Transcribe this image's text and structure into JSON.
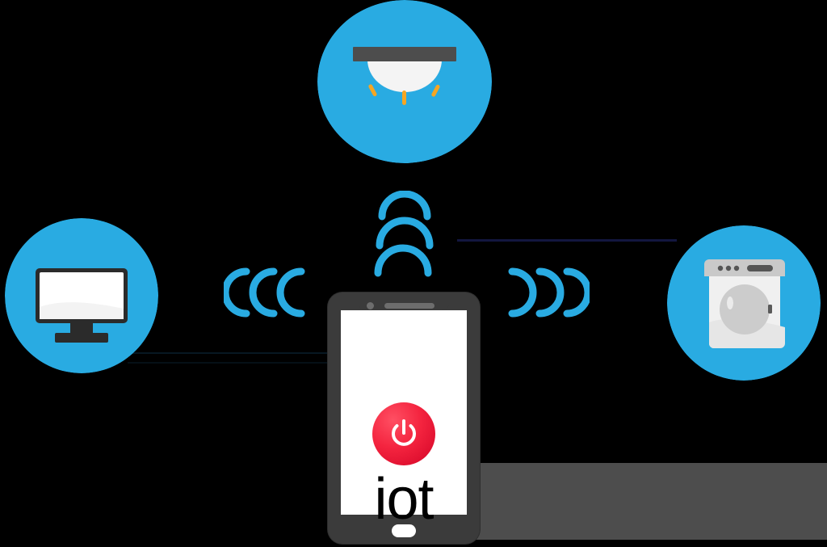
{
  "scene": {
    "title": "IoT smart-home connectivity illustration",
    "background_color": "#000000",
    "accent_blue": "#29ABE2",
    "wave_blue": "#29ABE2",
    "device_dark": "#3b3b3b",
    "surface_gray": "#4d4d4d",
    "power_red": "#e01030",
    "lamp_ray_yellow": "#f5a623"
  },
  "devices": {
    "lamp": {
      "name": "Ceiling lamp",
      "icon": "ceiling-lamp-icon",
      "badge_color": "#29ABE2",
      "shade_color": "#4d4d4d",
      "dome_color": "#f2f2f2",
      "ray_color": "#f5a623",
      "ray_count": 3
    },
    "tv": {
      "name": "Smart TV",
      "icon": "television-icon",
      "badge_color": "#29ABE2",
      "frame_color": "#2b2b2b",
      "screen_color": "#ffffff"
    },
    "washer": {
      "name": "Washing machine",
      "icon": "washing-machine-icon",
      "badge_color": "#29ABE2",
      "body_color": "#f0f0f0",
      "panel_color": "#c9c9c9",
      "drum_color": "#cccccc",
      "panel_dot_count": 3
    }
  },
  "phone": {
    "name": "Smartphone IoT controller",
    "body_color": "#3b3b3b",
    "screen_color": "#ffffff",
    "app_label": "iot",
    "power_button": {
      "name": "power-button",
      "label": "",
      "color_light": "#ff4f63",
      "color_dark": "#c30a27",
      "glyph": "power-symbol"
    },
    "camera": "front-camera",
    "speaker": "earpiece-speaker",
    "home_button": "home-button"
  },
  "signals": {
    "left": {
      "name": "signal-waves-left",
      "direction": "left",
      "arc_count": 3,
      "color": "#29ABE2"
    },
    "right": {
      "name": "signal-waves-right",
      "direction": "right",
      "arc_count": 3,
      "color": "#29ABE2"
    },
    "top": {
      "name": "signal-waves-up",
      "direction": "up",
      "arc_count": 3,
      "color": "#29ABE2"
    }
  },
  "connectors": {
    "left_lower": "connector-line-tv",
    "right_upper": "connector-line-washer"
  }
}
